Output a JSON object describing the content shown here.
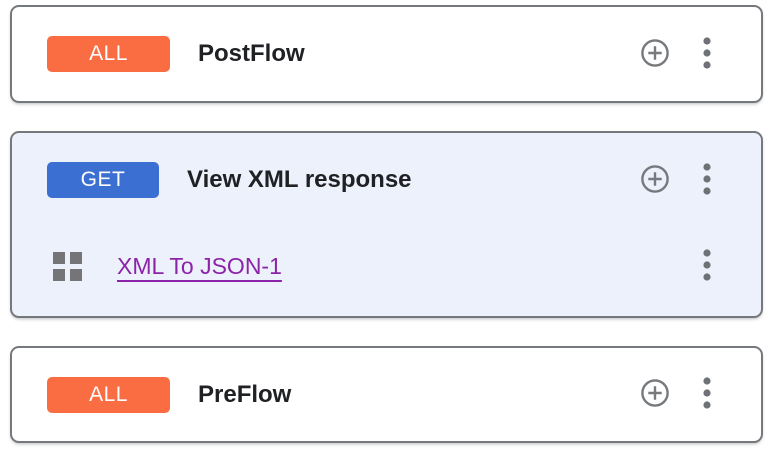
{
  "flows": [
    {
      "method": "ALL",
      "name": "PostFlow",
      "selected": false,
      "policies": []
    },
    {
      "method": "GET",
      "name": "View XML response",
      "selected": true,
      "policies": [
        {
          "name": "XML To JSON-1"
        }
      ]
    },
    {
      "method": "ALL",
      "name": "PreFlow",
      "selected": false,
      "policies": []
    }
  ],
  "icons": {
    "add_step": "plus-circle-icon",
    "more_options": "kebab-menu-icon",
    "policy_handle": "grid-icon"
  },
  "colors": {
    "method_all_badge": "#FA6C42",
    "method_get_badge": "#3C6FD2",
    "policy_link": "#8B24A8",
    "selected_flow_background": "#EDF1FB",
    "card_border": "#75787D",
    "icon_gray": "#707478",
    "title_text": "#202124"
  }
}
